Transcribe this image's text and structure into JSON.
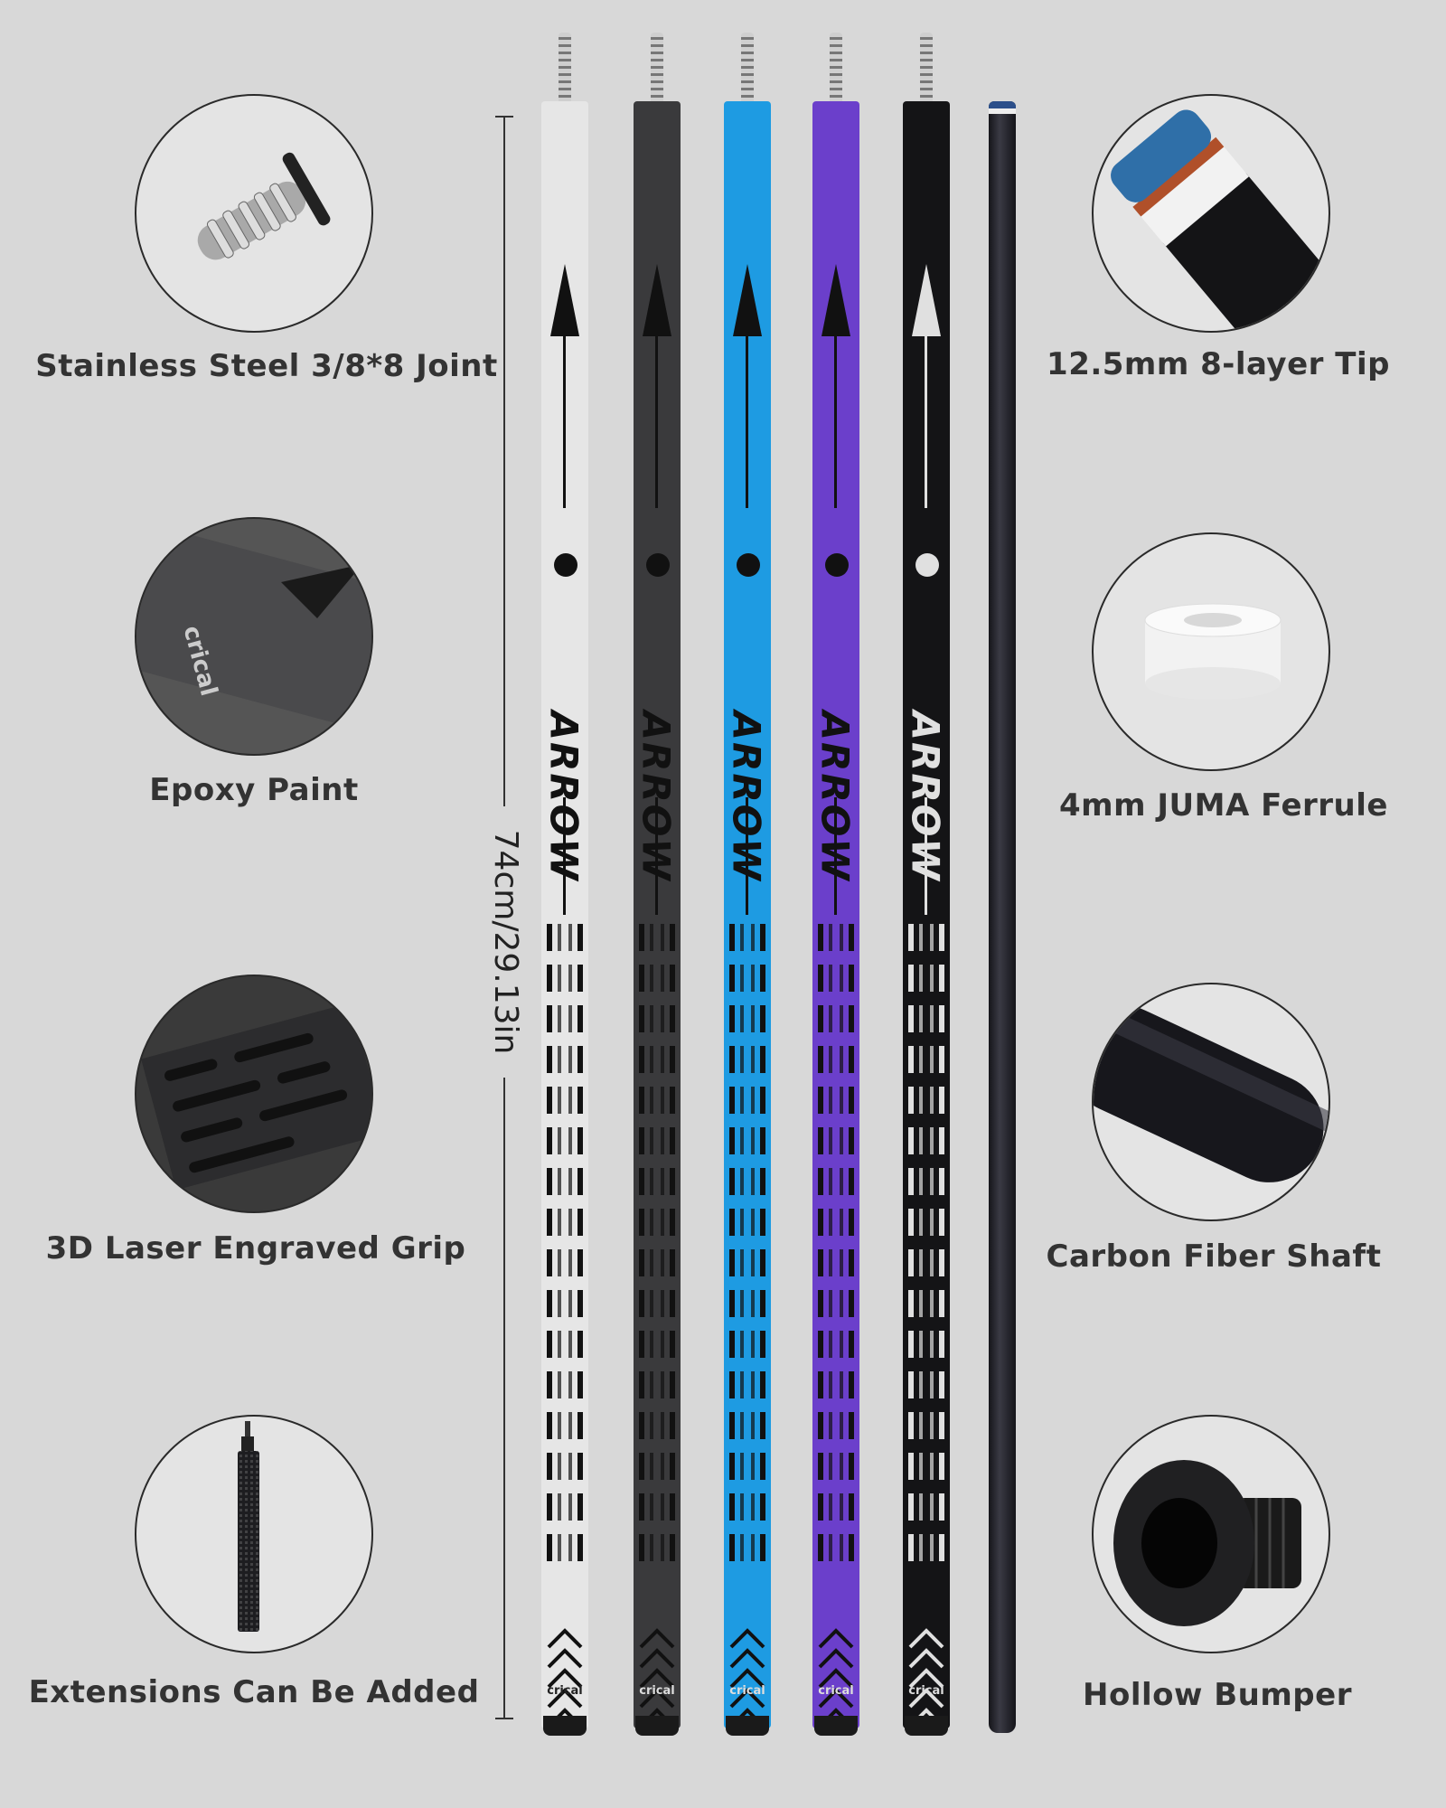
{
  "features_left": [
    {
      "label": "Stainless Steel 3/8*8 Joint",
      "icon": "joint-pin-icon"
    },
    {
      "label": "Epoxy Paint",
      "icon": "epoxy-paint-icon"
    },
    {
      "label": "3D Laser Engraved Grip",
      "icon": "engraved-grip-icon"
    },
    {
      "label": "Extensions Can Be Added",
      "icon": "extension-icon"
    }
  ],
  "features_right": [
    {
      "label": "12.5mm 8-layer Tip",
      "icon": "tip-icon"
    },
    {
      "label": "4mm JUMA Ferrule",
      "icon": "ferrule-icon"
    },
    {
      "label": "Carbon Fiber Shaft",
      "icon": "shaft-icon"
    },
    {
      "label": "Hollow Bumper",
      "icon": "bumper-icon"
    }
  ],
  "dimension": "74cm/29.13in",
  "cues": [
    {
      "color": "#e6e6e6",
      "accent": "#111111",
      "word": "ARROW",
      "brand": "crical"
    },
    {
      "color": "#3a3a3c",
      "accent": "#111111",
      "word": "ARROW",
      "brand": "crical"
    },
    {
      "color": "#1e9be2",
      "accent": "#111111",
      "word": "ARROW",
      "brand": "crical"
    },
    {
      "color": "#6b3fcb",
      "accent": "#111111",
      "word": "ARROW",
      "brand": "crical"
    },
    {
      "color": "#141416",
      "accent": "#e0e0e0",
      "word": "ARROW",
      "brand": "crical"
    }
  ],
  "shaft_color": "#2a2a30"
}
